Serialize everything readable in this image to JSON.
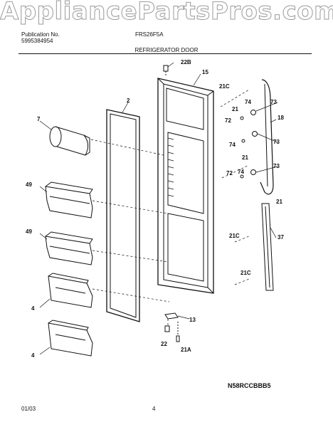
{
  "watermark": "AppliancePartsPros.com",
  "header": {
    "publication_label": "Publication No.",
    "publication_number": "5995384954",
    "model": "FRS26F5A",
    "section_title": "REFRIGERATOR DOOR"
  },
  "callouts": [
    "22B",
    "15",
    "2",
    "7",
    "21C",
    "21",
    "74",
    "73",
    "18",
    "72",
    "74",
    "73",
    "21",
    "72",
    "74",
    "73",
    "49",
    "21",
    "49",
    "37",
    "21C",
    "4",
    "21C",
    "13",
    "22",
    "21A",
    "4"
  ],
  "footer": {
    "date": "01/03",
    "page": "4",
    "diagram_code": "N58RCCBBB5"
  }
}
